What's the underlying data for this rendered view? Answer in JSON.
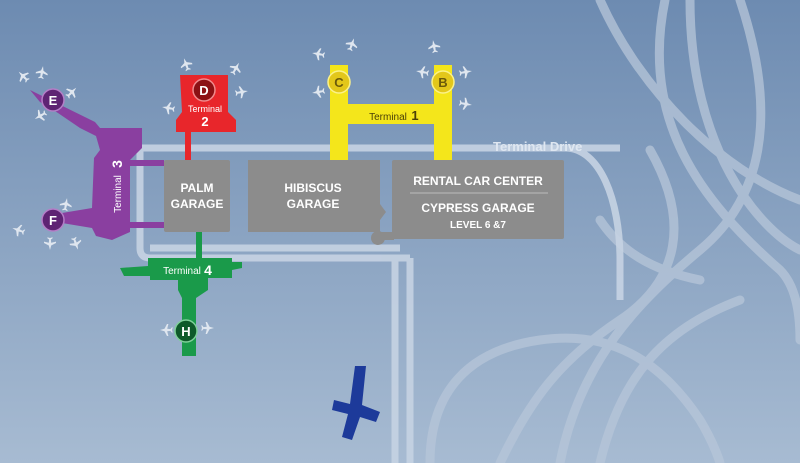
{
  "roads": {
    "terminal_drive": "Terminal Drive"
  },
  "terminals": {
    "t1": {
      "word": "Terminal",
      "number": "1",
      "gates": [
        "C",
        "B"
      ],
      "color": "#f4e61b"
    },
    "t2": {
      "word": "Terminal",
      "number": "2",
      "gate": "D",
      "color": "#e8262b"
    },
    "t3": {
      "word": "Terminal",
      "number": "3",
      "gates": [
        "E",
        "F"
      ],
      "color": "#8a3fa0"
    },
    "t4": {
      "word": "Terminal",
      "number": "4",
      "gate": "H",
      "color": "#1a9a4a"
    }
  },
  "garages": {
    "palm": {
      "line1": "PALM",
      "line2": "GARAGE"
    },
    "hibiscus": {
      "line1": "HIBISCUS",
      "line2": "GARAGE"
    },
    "rental": {
      "title": "RENTAL CAR CENTER",
      "line1": "CYPRESS GARAGE",
      "line2": "LEVEL 6 &7"
    }
  },
  "icons": [
    "airplane-icon",
    "aircraft-silhouette"
  ],
  "colors": {
    "background": "#7f9bbd",
    "road": "#c6d3e3",
    "garage": "#8c8c8c",
    "aircraft": "#1d3a9a"
  }
}
